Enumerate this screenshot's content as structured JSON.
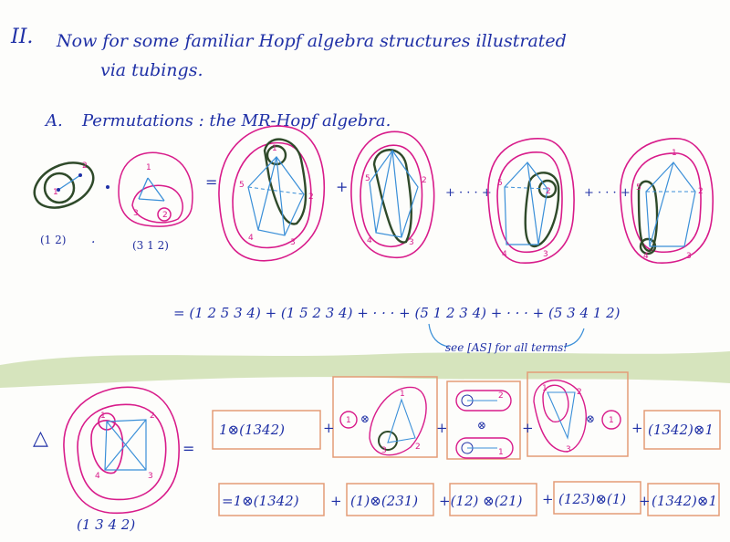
{
  "heading": {
    "numeral": "II.",
    "line1": "Now for some familiar Hopf algebra structures illustrated",
    "line2": "via tubings."
  },
  "section": {
    "letter": "A.",
    "title": "Permutations : the MR-Hopf algebra."
  },
  "product": {
    "dot": "·",
    "left_label": "(1 2)",
    "mid_dot": "·",
    "right_label": "(3 1 2)",
    "equals": "=",
    "plus": "+",
    "ellipsis_plus": "+ · · · +",
    "sum": "= (1 2 5 3 4)   + (1 5 2 3 4)   +  · · ·  + (5 1 2 3 4)  +  · · · + (5 3 4 1 2)",
    "note": "see [AS] for all terms!"
  },
  "coproduct": {
    "delta": "△",
    "equals": "=",
    "graph_label": "(1 3 4 2)",
    "row1": {
      "first": "1⊗(1342)",
      "plus": "+",
      "otimes": "⊗",
      "last": "(1342)⊗1"
    },
    "row2": {
      "terms": [
        "=1⊗(1342)",
        "+",
        "(1)⊗(231)",
        "+(12) ⊗(21)",
        "+",
        "(123)⊗(1)",
        "+",
        "(1342)⊗1"
      ]
    }
  },
  "colors": {
    "ink": "#1f30a6",
    "tube_pink": "#d81b8a",
    "tube_green": "#2f4a2a",
    "edge_blue": "#3a8fd8",
    "box_orange": "#e39b76",
    "wash_green": "#b7cf8a"
  }
}
